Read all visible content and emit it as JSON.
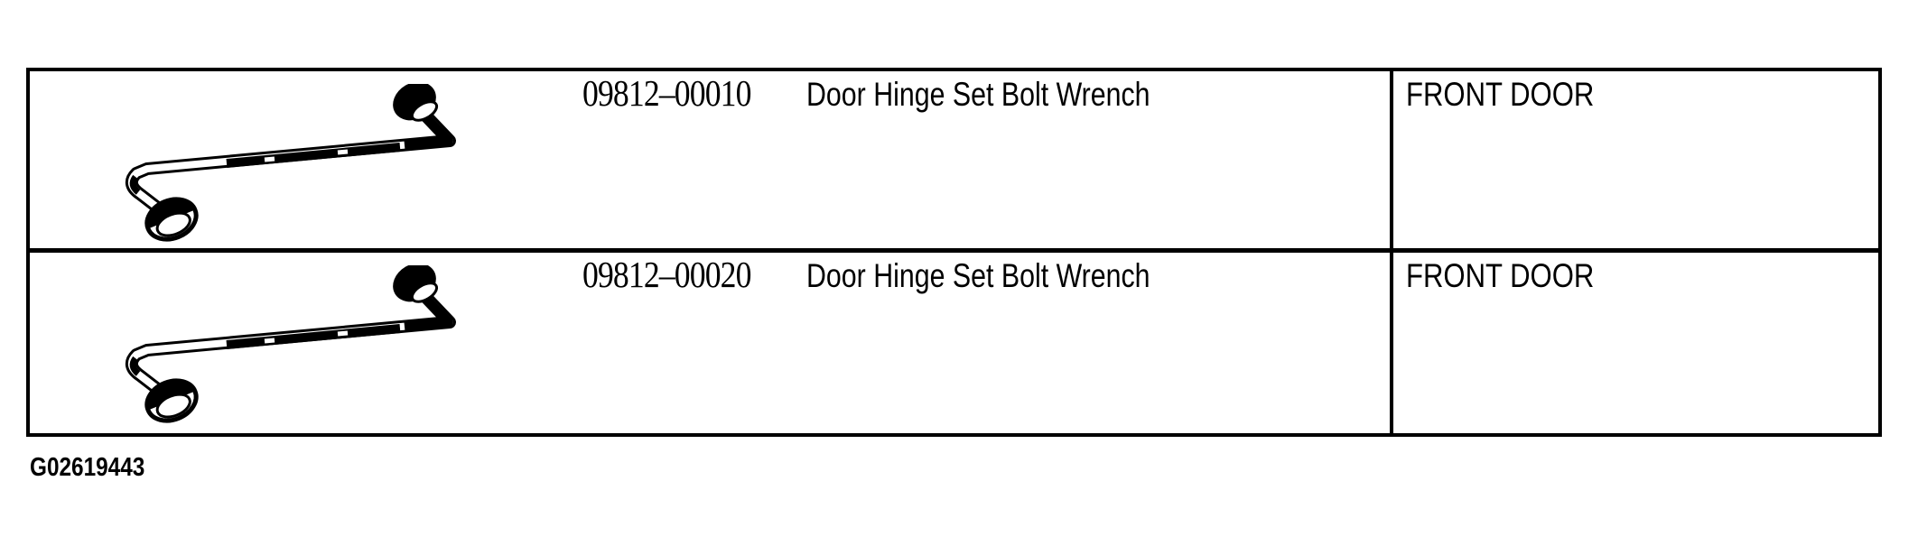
{
  "figure_id": "G02619443",
  "colors": {
    "ink": "#000000",
    "paper": "#ffffff"
  },
  "table": {
    "rows": [
      {
        "illustration_icon": "offset-box-wrench",
        "part_number": "09812–00010",
        "description": "Door Hinge Set Bolt Wrench",
        "application": "FRONT DOOR"
      },
      {
        "illustration_icon": "offset-box-wrench",
        "part_number": "09812–00020",
        "description": "Door Hinge Set Bolt Wrench",
        "application": "FRONT DOOR"
      }
    ]
  }
}
